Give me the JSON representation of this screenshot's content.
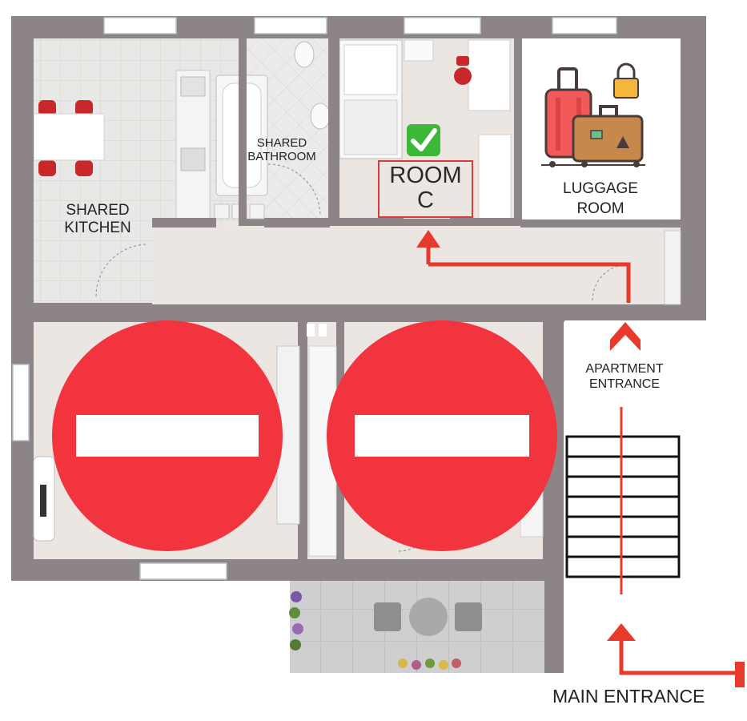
{
  "labels": {
    "shared_kitchen": [
      "SHARED",
      "KITCHEN"
    ],
    "shared_bathroom": [
      "SHARED",
      "BATHROOM"
    ],
    "room_c": [
      "ROOM",
      "C"
    ],
    "luggage_room": [
      "LUGGAGE",
      "ROOM"
    ],
    "apartment_entrance": [
      "APARTMENT",
      "ENTRANCE"
    ],
    "main_entrance": "MAIN ENTRANCE"
  },
  "colors": {
    "wall": "#8c8486",
    "floor": "#ebe6e1",
    "tile": "#e6e6e3",
    "route": "#e83a2b",
    "no_entry": "#f2343e",
    "check": "#3db83a"
  },
  "icons": {
    "room_c_status": "check-mark-icon",
    "closed_rooms": "no-entry-icon",
    "luggage": "luggage-icon"
  }
}
